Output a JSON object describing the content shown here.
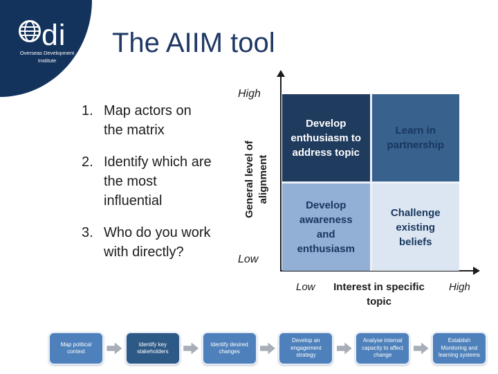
{
  "logo": {
    "letters": "di",
    "caption_line1": "Overseas Development",
    "caption_line2": "Institute"
  },
  "title": "The AIIM tool",
  "steps": [
    {
      "number": "1.",
      "text": "Map actors on the matrix"
    },
    {
      "number": "2.",
      "text": "Identify which are the most influential"
    },
    {
      "number": "3.",
      "text": "Who do you work with directly?"
    }
  ],
  "matrix": {
    "y_axis": {
      "label": "General level of alignment",
      "high": "High",
      "low": "Low"
    },
    "x_axis": {
      "label": "Interest in specific topic",
      "high": "High",
      "low": "Low"
    },
    "quadrants": [
      {
        "id": "top-left",
        "text": "Develop enthusiasm to address topic",
        "bg": "#1F3B5E",
        "fg": "#FFFFFF"
      },
      {
        "id": "top-right",
        "text": "Learn in partnership",
        "bg": "#38618E",
        "fg": "#17375E"
      },
      {
        "id": "bottom-left",
        "text": "Develop awareness and enthusiasm",
        "bg": "#92AFD5",
        "fg": "#17375E"
      },
      {
        "id": "bottom-right",
        "text": "Challenge existing beliefs",
        "bg": "#DCE6F2",
        "fg": "#17375E"
      }
    ]
  },
  "process_flow": [
    {
      "label": "Map political context",
      "bg": "#4E81BB"
    },
    {
      "label": "Identify key stakeholders",
      "bg": "#2D5986"
    },
    {
      "label": "Identify desired changes",
      "bg": "#4E81BB"
    },
    {
      "label": "Develop an engagement strategy",
      "bg": "#4E81BB"
    },
    {
      "label": "Analyse internal capacity to affect change",
      "bg": "#4E81BB"
    },
    {
      "label": "Establish Monitoring and learning systems",
      "bg": "#4E81BB"
    }
  ],
  "colors": {
    "slide_background": "#FFFFFF",
    "brand_navy": "#14335C",
    "title_navy": "#1F3864",
    "axis_black": "#1C1C1C",
    "flow_blue": "#4E81BB",
    "flow_dark_blue": "#2D5986",
    "arrow_gray": "#A8AEB8",
    "grid_gap": "#EDF2F9"
  }
}
